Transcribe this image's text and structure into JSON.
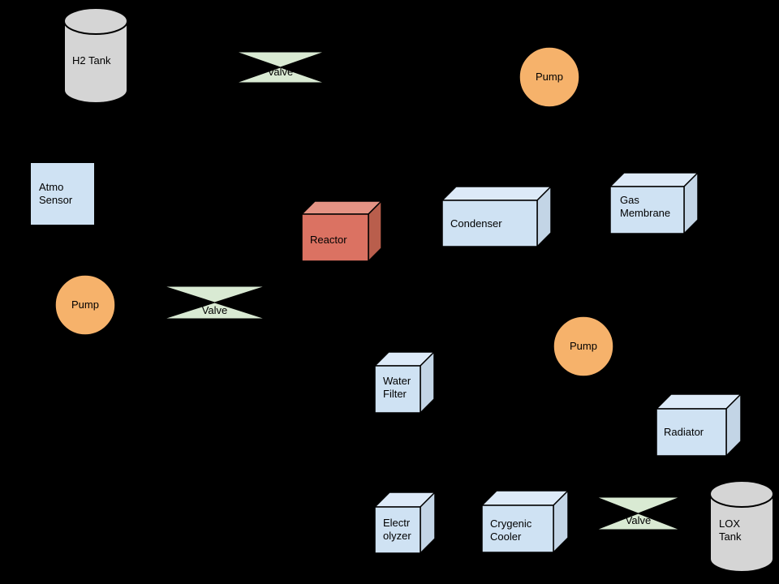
{
  "canvas": {
    "background": "#000000"
  },
  "palette": {
    "tank_fill": "#d5d5d5",
    "pump_fill": "#f6b26b",
    "valve_fill": "#d9ead3",
    "sensor_fill": "#cfe2f3",
    "box_front": "#cfe2f3",
    "box_top": "#ddeaf8",
    "box_side": "#c3d5e6",
    "reactor_front": "#db7262",
    "reactor_top": "#e59384",
    "reactor_side": "#b95e4c",
    "outline": "#000000",
    "label_color": "#000000"
  },
  "nodes": [
    {
      "id": "h2-tank",
      "type": "cylinder",
      "label": "H2 Tank"
    },
    {
      "id": "valve-1",
      "type": "valve",
      "label": "Valve"
    },
    {
      "id": "pump-1",
      "type": "pump",
      "label": "Pump"
    },
    {
      "id": "atmo-sensor",
      "type": "rectangle",
      "label": "Atmo\nSensor"
    },
    {
      "id": "reactor",
      "type": "cube",
      "label": "Reactor"
    },
    {
      "id": "condenser",
      "type": "cube",
      "label": "Condenser"
    },
    {
      "id": "gas-membrane",
      "type": "cube",
      "label": "Gas\nMembrane"
    },
    {
      "id": "pump-2",
      "type": "pump",
      "label": "Pump"
    },
    {
      "id": "valve-2",
      "type": "valve",
      "label": "Valve"
    },
    {
      "id": "water-filter",
      "type": "cube",
      "label": "Water\nFilter"
    },
    {
      "id": "pump-3",
      "type": "pump",
      "label": "Pump"
    },
    {
      "id": "radiator",
      "type": "cube",
      "label": "Radiator"
    },
    {
      "id": "electrolyzer",
      "type": "cube",
      "label": "Electr\nolyzer"
    },
    {
      "id": "crygenic-cooler",
      "type": "cube",
      "label": "Crygenic\nCooler"
    },
    {
      "id": "valve-3",
      "type": "valve",
      "label": "Valve"
    },
    {
      "id": "lox-tank",
      "type": "cylinder",
      "label": "LOX\nTank"
    }
  ]
}
